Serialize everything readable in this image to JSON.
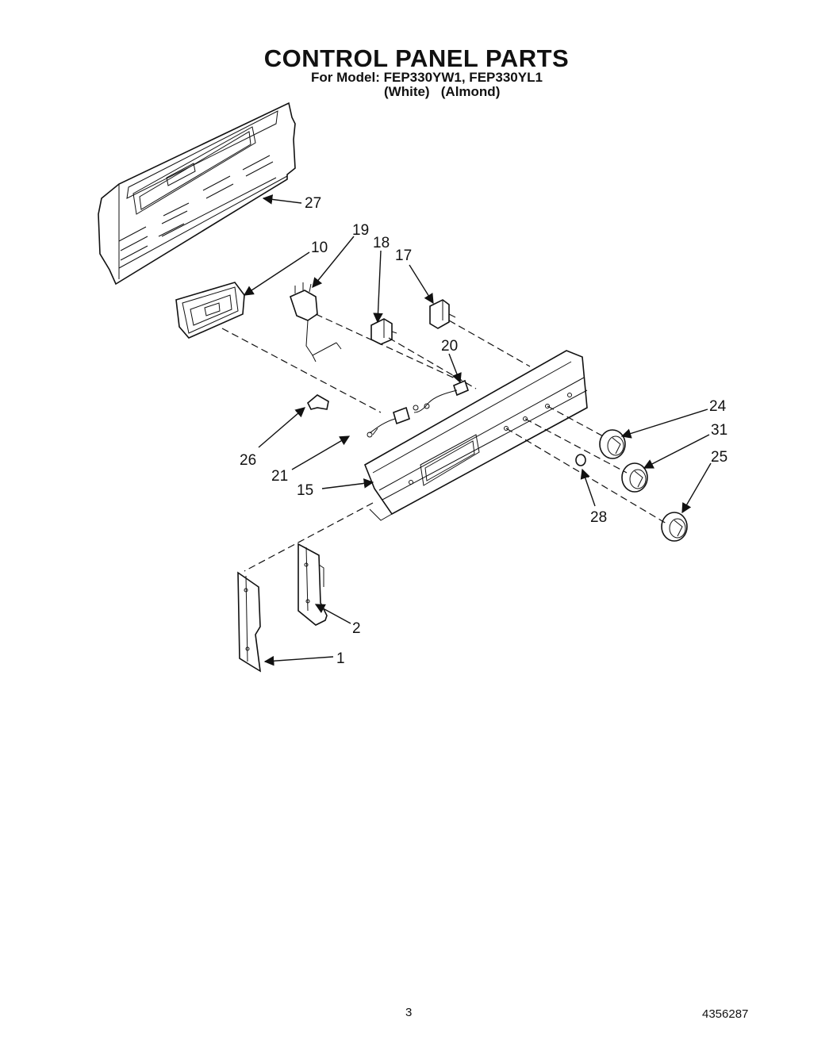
{
  "header": {
    "title": "CONTROL PANEL PARTS",
    "subtitle": "For Model: FEP330YW1, FEP330YL1",
    "colors": "(White)   (Almond)"
  },
  "callouts": {
    "c1": "1",
    "c2": "2",
    "c10": "10",
    "c15": "15",
    "c17": "17",
    "c18": "18",
    "c19": "19",
    "c20": "20",
    "c21": "21",
    "c24": "24",
    "c25": "25",
    "c26": "26",
    "c27": "27",
    "c28": "28",
    "c31": "31"
  },
  "footer": {
    "page_number": "3",
    "document_number": "4356287"
  }
}
